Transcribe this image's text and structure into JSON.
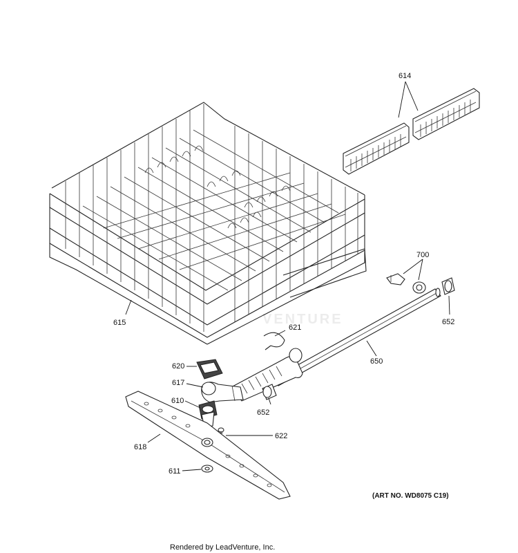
{
  "diagram": {
    "callouts": {
      "c614": "614",
      "c615": "615",
      "c700": "700",
      "c652a": "652",
      "c621": "621",
      "c650": "650",
      "c620": "620",
      "c617": "617",
      "c652b": "652",
      "c610": "610",
      "c618": "618",
      "c622": "622",
      "c611": "611"
    },
    "watermark": "VENTURE",
    "art_number": "(ART NO. WD8075 C19)",
    "footer": "Rendered by LeadVenture, Inc."
  }
}
